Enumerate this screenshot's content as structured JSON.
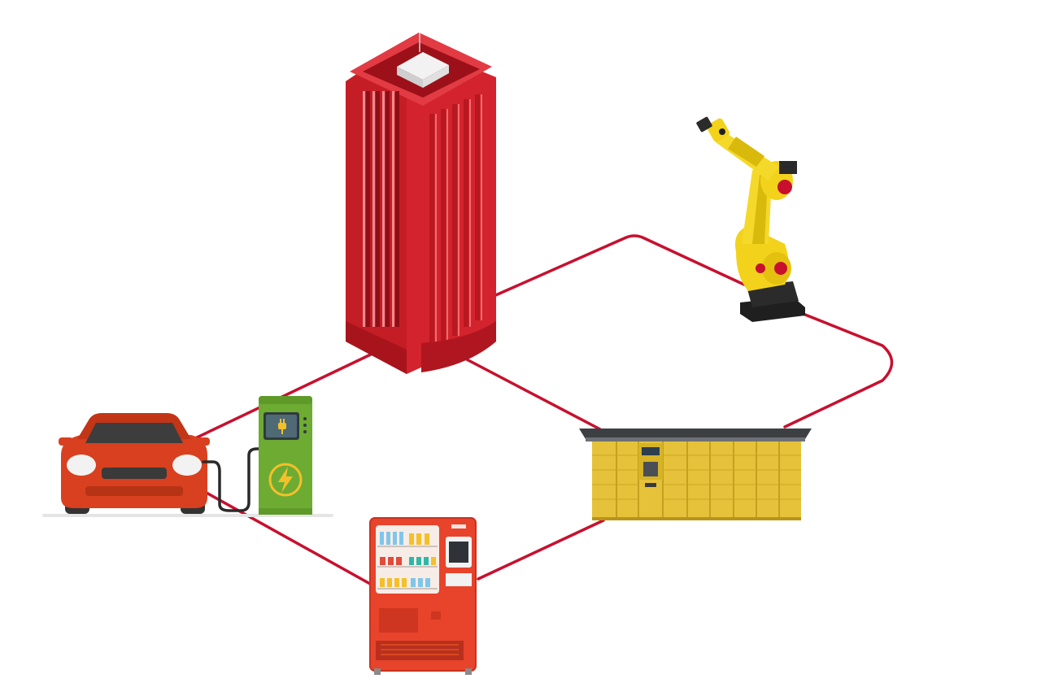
{
  "colors": {
    "link": "#c8102e",
    "tower_red": "#d3232e",
    "tower_dark": "#a8141c",
    "tower_light": "#e85058",
    "robot_yellow": "#f2d21b",
    "robot_dark": "#1f1f1f",
    "locker_yellow": "#e6c23a",
    "charger_green": "#6eab32",
    "vending_red": "#e8432b",
    "car_orange": "#d8401f"
  },
  "nodes": [
    {
      "id": "tower",
      "icon": "data-center-tower-icon"
    },
    {
      "id": "robot",
      "icon": "industrial-robot-arm-icon"
    },
    {
      "id": "locker",
      "icon": "parcel-locker-icon"
    },
    {
      "id": "vending",
      "icon": "vending-machine-icon"
    },
    {
      "id": "car",
      "icon": "electric-car-icon"
    },
    {
      "id": "charger",
      "icon": "ev-charging-station-icon"
    }
  ],
  "edges": [
    {
      "from": "tower",
      "to": "robot"
    },
    {
      "from": "robot",
      "to": "locker"
    },
    {
      "from": "tower",
      "to": "locker"
    },
    {
      "from": "locker",
      "to": "vending"
    },
    {
      "from": "vending",
      "to": "car"
    },
    {
      "from": "car",
      "to": "tower"
    }
  ]
}
